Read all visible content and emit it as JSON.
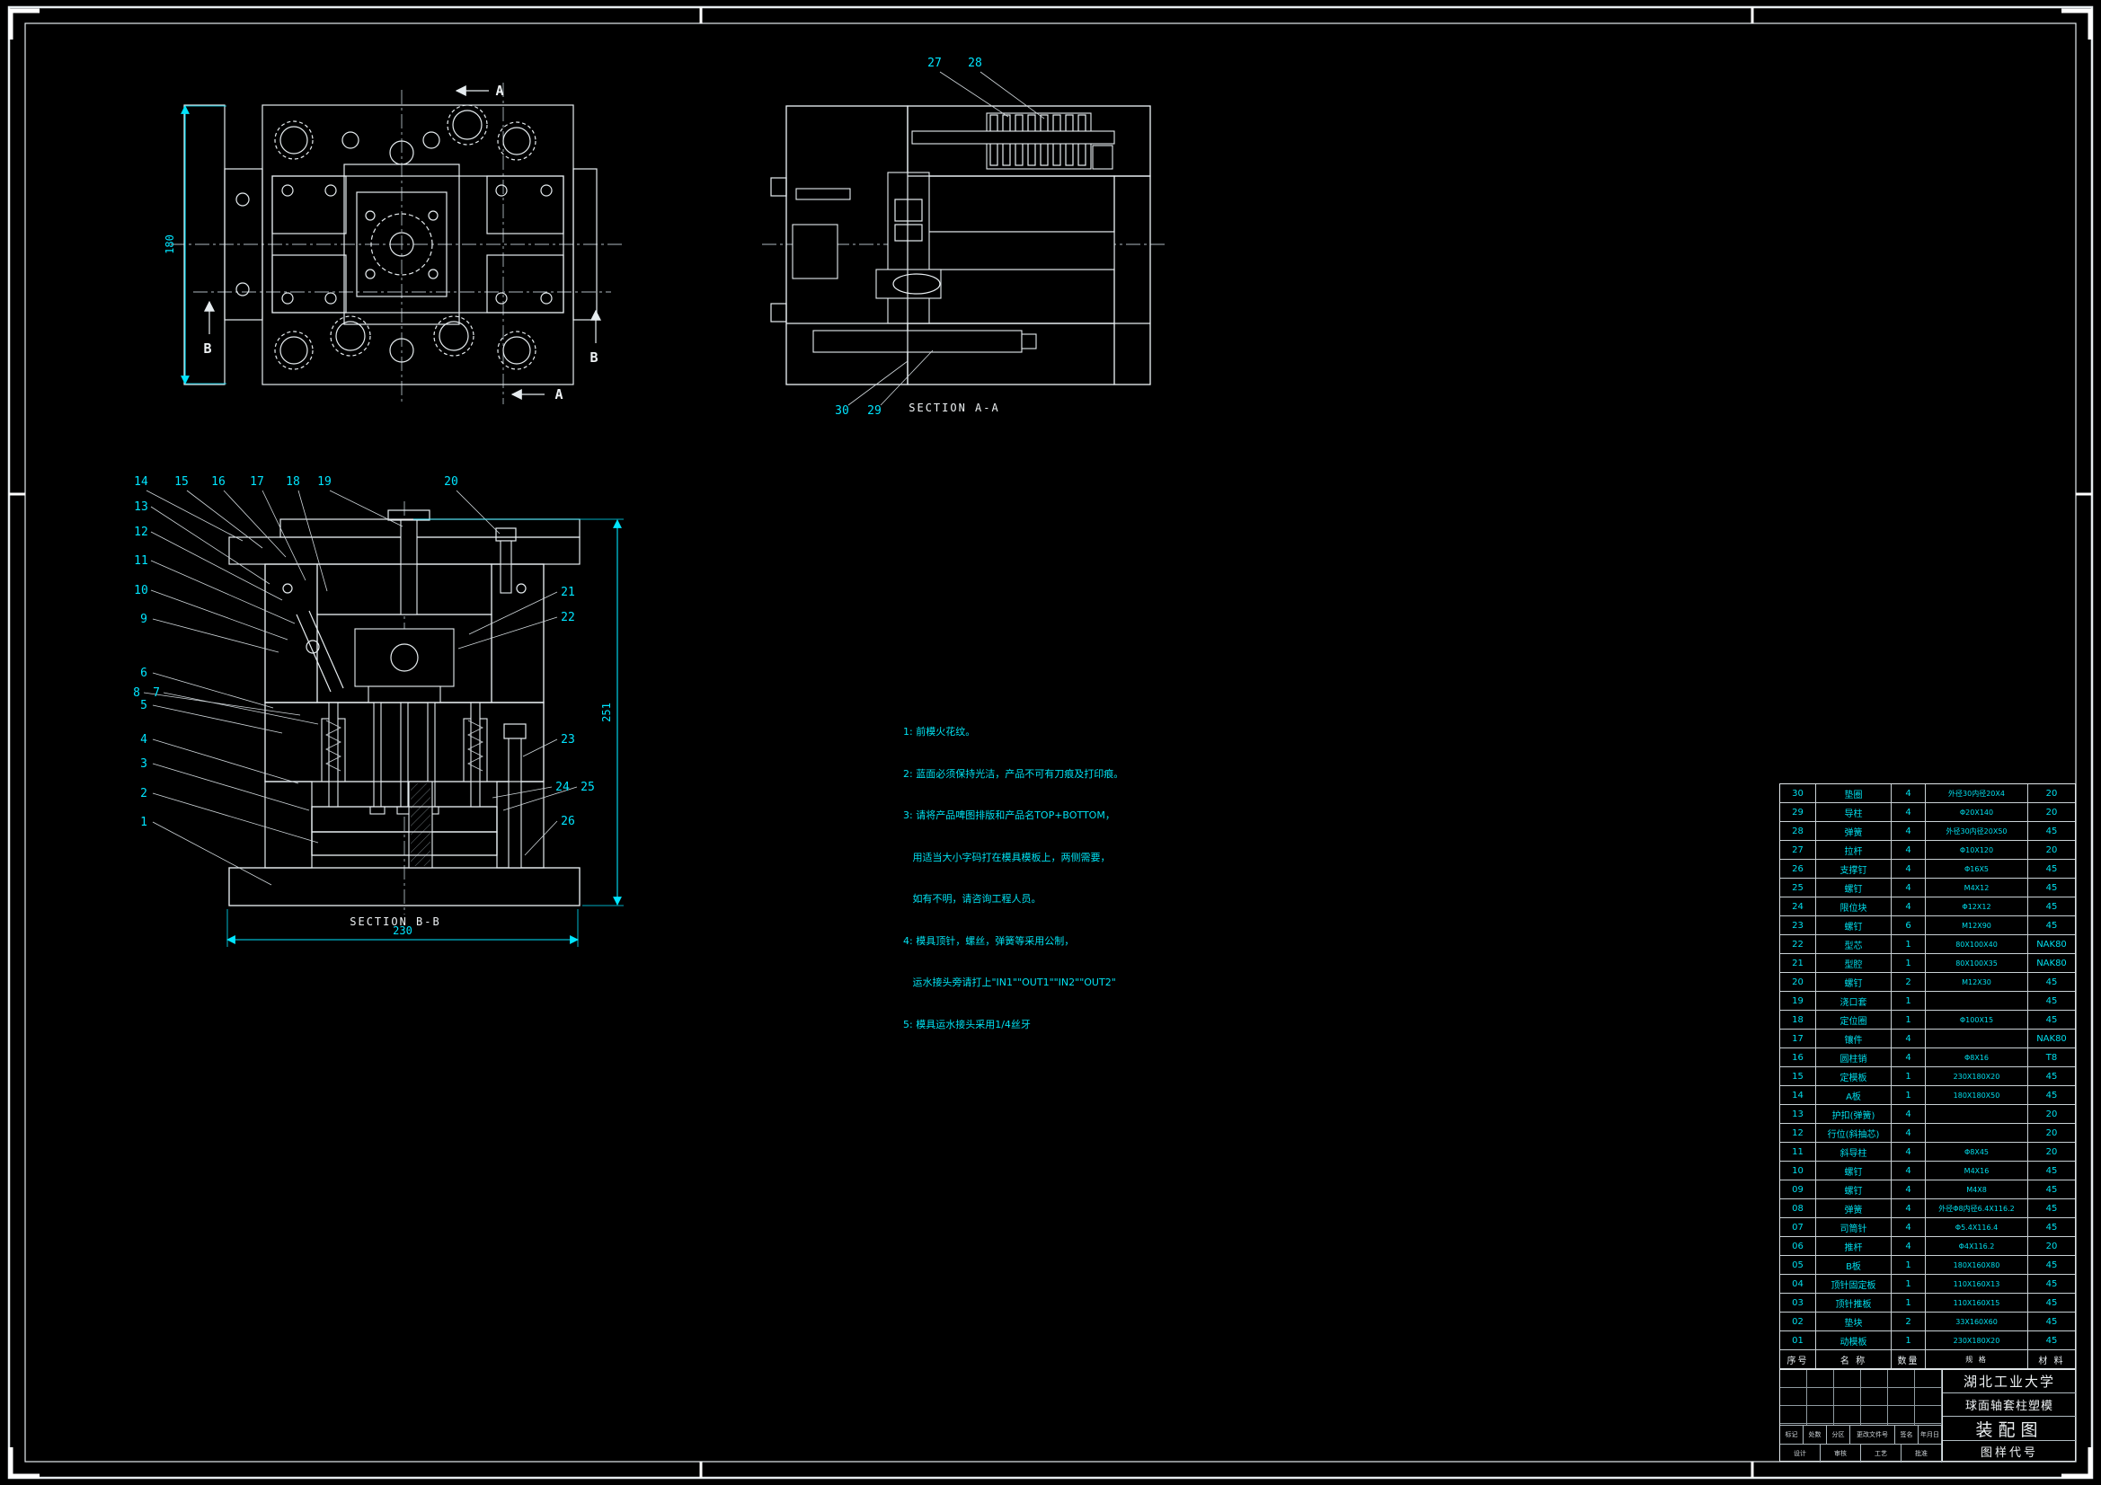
{
  "colors": {
    "background": "#000000",
    "line": "#e6ecef",
    "accent": "#00e5ff"
  },
  "top_view": {
    "marker_a": "A",
    "marker_b": "B",
    "dim_height": "180"
  },
  "section_aa": {
    "title": "SECTION A-A",
    "balloons": {
      "b27": "27",
      "b28": "28",
      "b29": "29",
      "b30": "30"
    }
  },
  "section_bb": {
    "title": "SECTION B-B",
    "dim_width": "230",
    "dim_height": "251",
    "top_labels": [
      "14",
      "15",
      "16",
      "17",
      "18",
      "19",
      "20"
    ],
    "left_labels": [
      "13",
      "12",
      "11",
      "10",
      "9",
      "6",
      "8",
      "7",
      "5",
      "4",
      "3",
      "2",
      "1"
    ],
    "right_labels": [
      "21",
      "22",
      "23",
      "24",
      "25",
      "26"
    ]
  },
  "notes": {
    "lines": [
      "1: 前模火花纹。",
      "2: 蓝面必须保持光洁，产品不可有刀痕及打印痕。",
      "3: 请将产品啤图排版和产品名TOP+BOTTOM，",
      "   用适当大小字码打在模具模板上，两侧需要，",
      "   如有不明，请咨询工程人员。",
      "4: 模具顶针，螺丝，弹簧等采用公制，",
      "   运水接头旁请打上\"IN1\"\"OUT1\"\"IN2\"\"OUT2\"",
      "5: 模具运水接头采用1/4丝牙"
    ]
  },
  "bom": {
    "headers": [
      "序号",
      "名  称",
      "数量",
      "规  格",
      "材  料"
    ],
    "rows": [
      [
        "30",
        "垫圈",
        "4",
        "外径30内径20X4",
        "20"
      ],
      [
        "29",
        "导柱",
        "4",
        "Φ20X140",
        "20"
      ],
      [
        "28",
        "弹簧",
        "4",
        "外径30内径20X50",
        "45"
      ],
      [
        "27",
        "拉杆",
        "4",
        "Φ10X120",
        "20"
      ],
      [
        "26",
        "支撑钉",
        "4",
        "Φ16X5",
        "45"
      ],
      [
        "25",
        "螺钉",
        "4",
        "M4X12",
        "45"
      ],
      [
        "24",
        "限位块",
        "4",
        "Φ12X12",
        "45"
      ],
      [
        "23",
        "螺钉",
        "6",
        "M12X90",
        "45"
      ],
      [
        "22",
        "型芯",
        "1",
        "80X100X40",
        "NAK80"
      ],
      [
        "21",
        "型腔",
        "1",
        "80X100X35",
        "NAK80"
      ],
      [
        "20",
        "螺钉",
        "2",
        "M12X30",
        "45"
      ],
      [
        "19",
        "浇口套",
        "1",
        "",
        "45"
      ],
      [
        "18",
        "定位圈",
        "1",
        "Φ100X15",
        "45"
      ],
      [
        "17",
        "镶件",
        "4",
        "",
        "NAK80"
      ],
      [
        "16",
        "圆柱销",
        "4",
        "Φ8X16",
        "T8"
      ],
      [
        "15",
        "定模板",
        "1",
        "230X180X20",
        "45"
      ],
      [
        "14",
        "A板",
        "1",
        "180X180X50",
        "45"
      ],
      [
        "13",
        "护扣(弹簧)",
        "4",
        "",
        "20"
      ],
      [
        "12",
        "行位(斜抽芯)",
        "4",
        "",
        "20"
      ],
      [
        "11",
        "斜导柱",
        "4",
        "Φ8X45",
        "20"
      ],
      [
        "10",
        "螺钉",
        "4",
        "M4X16",
        "45"
      ],
      [
        "09",
        "螺钉",
        "4",
        "M4X8",
        "45"
      ],
      [
        "08",
        "弹簧",
        "4",
        "外径Φ8内径6.4X116.2",
        "45"
      ],
      [
        "07",
        "司筒针",
        "4",
        "Φ5.4X116.4",
        "45"
      ],
      [
        "06",
        "推杆",
        "4",
        "Φ4X116.2",
        "20"
      ],
      [
        "05",
        "B板",
        "1",
        "180X160X80",
        "45"
      ],
      [
        "04",
        "顶针固定板",
        "1",
        "110X160X13",
        "45"
      ],
      [
        "03",
        "顶针推板",
        "1",
        "110X160X15",
        "45"
      ],
      [
        "02",
        "垫块",
        "2",
        "33X160X60",
        "45"
      ],
      [
        "01",
        "动模板",
        "1",
        "230X180X20",
        "45"
      ]
    ]
  },
  "title_block": {
    "university": "湖北工业大学",
    "part_name": "球面轴套柱塑模",
    "sheet_type": "装配图",
    "code_label": "图样代号",
    "rev_row": [
      "标记",
      "处数",
      "分区",
      "更改文件号",
      "签名",
      "年月日"
    ],
    "sign_row": [
      "设计",
      "审核",
      "工艺",
      "批准"
    ]
  }
}
